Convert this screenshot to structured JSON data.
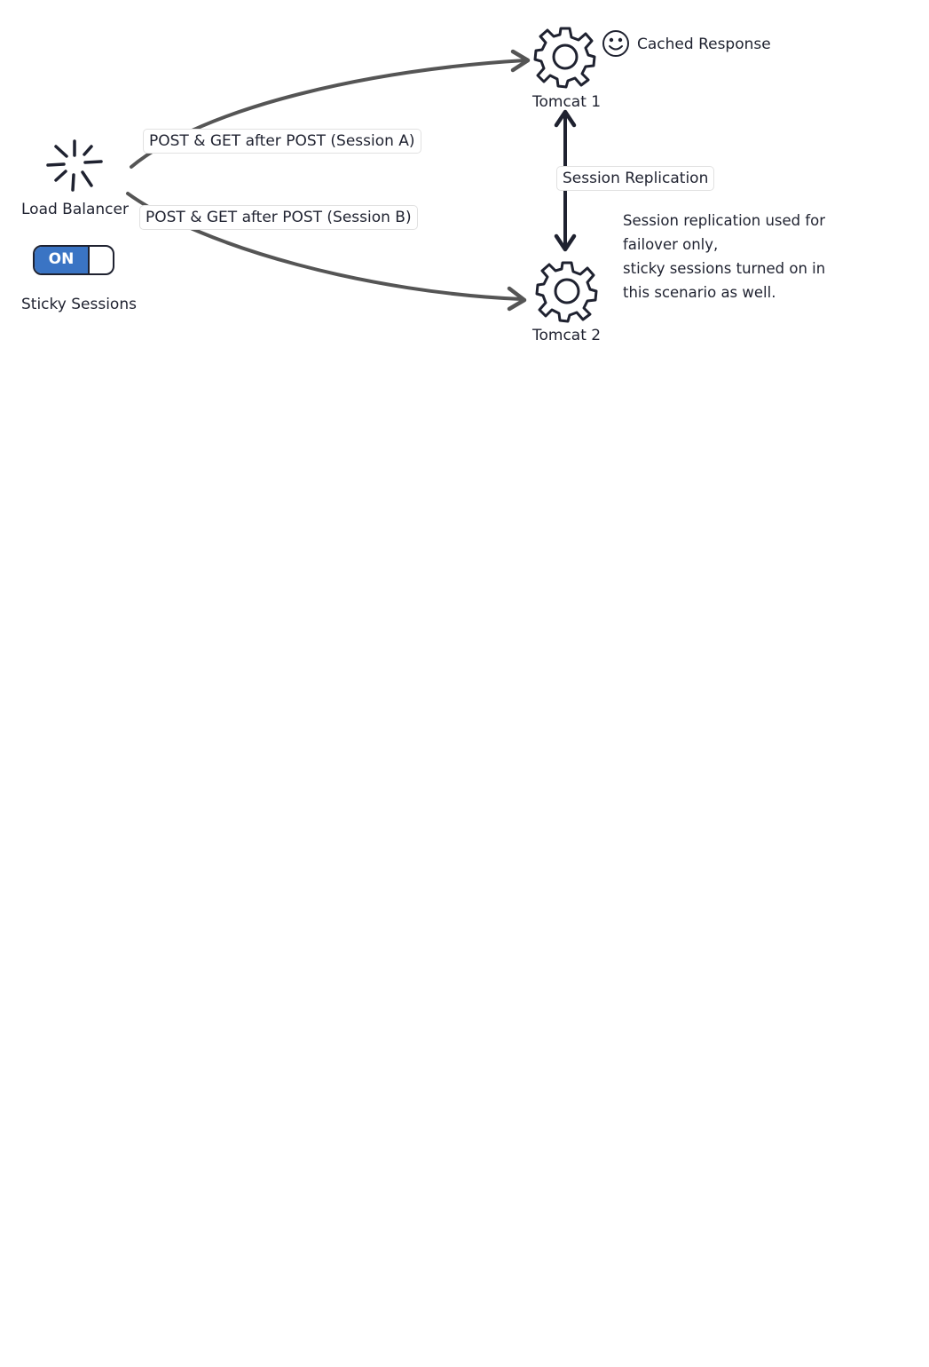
{
  "nodes": {
    "load_balancer": {
      "label": "Load Balancer",
      "icon": "spinner-icon"
    },
    "tomcat1": {
      "label": "Tomcat 1",
      "icon": "gear-icon"
    },
    "tomcat2": {
      "label": "Tomcat 2",
      "icon": "gear-icon"
    },
    "cached_response": {
      "label": "Cached Response",
      "icon": "smiley-icon"
    }
  },
  "toggle": {
    "state_label": "ON",
    "caption": "Sticky Sessions",
    "is_on": true
  },
  "edges": {
    "session_a": {
      "label": "POST & GET after POST (Session A)"
    },
    "session_b": {
      "label": "POST & GET after POST (Session B)"
    },
    "replication": {
      "label": "Session Replication"
    }
  },
  "note": {
    "lines": [
      "Session replication used for",
      "failover only,",
      "sticky sessions turned on in",
      "this scenario as well."
    ]
  },
  "colors": {
    "stroke": "#1f2230",
    "connector": "#555555",
    "toggle_on": "#3a74c4",
    "label_border": "#e1e1e1"
  }
}
